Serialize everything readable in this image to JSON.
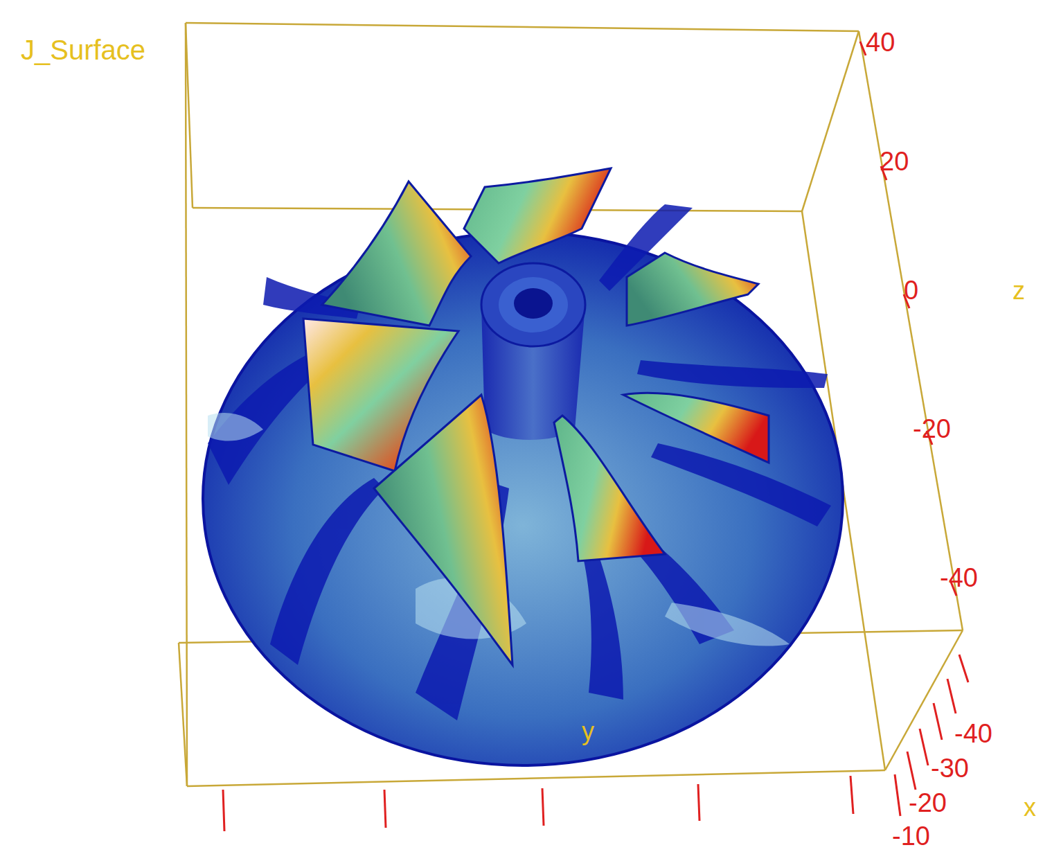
{
  "diagram": {
    "title": "J_Surface",
    "labels": [
      "40",
      "20",
      "0",
      "-20",
      "-40",
      "z",
      "y",
      "-40",
      "-30",
      "-20",
      "-10",
      "x"
    ]
  }
}
